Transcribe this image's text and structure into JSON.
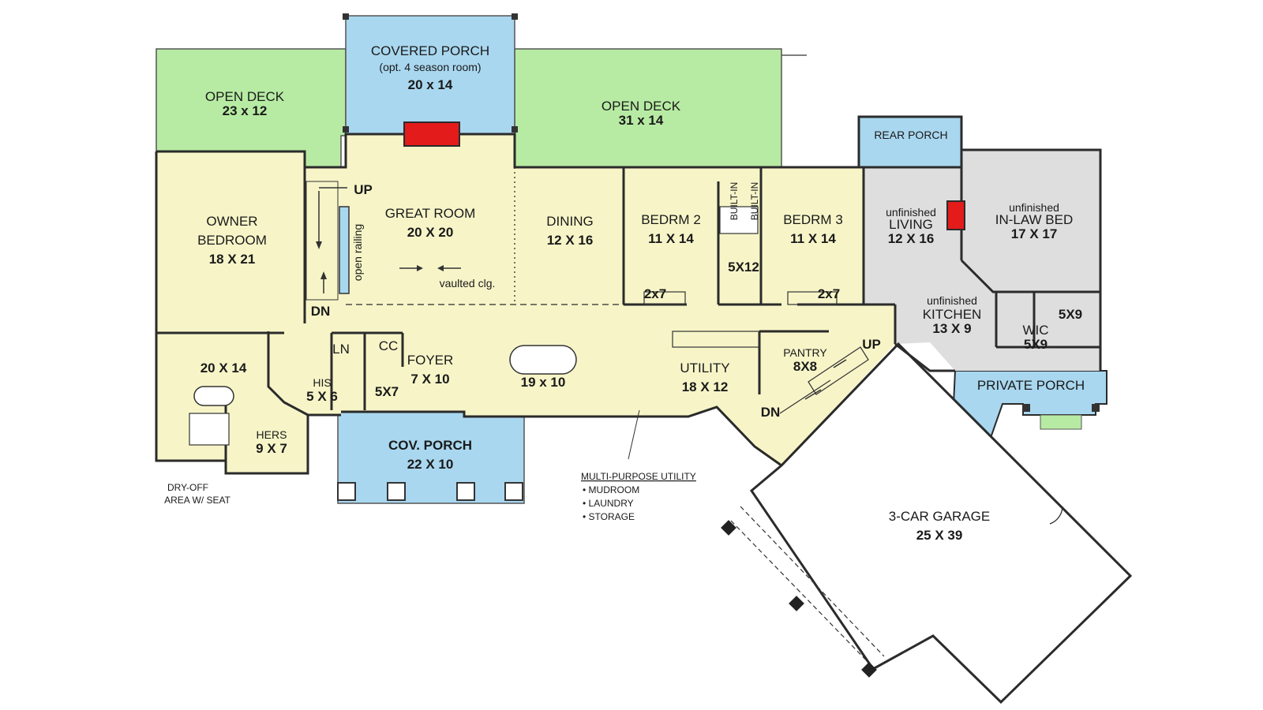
{
  "colors": {
    "living": "#f7f5c8",
    "porch": "#a9d7ef",
    "deck": "#b7eba3",
    "unfinished": "#dedede",
    "fireplace": "#e31b1b",
    "wall": "#2b2b2b"
  },
  "rooms": {
    "covered_porch": {
      "name": "COVERED PORCH",
      "note": "(opt. 4 season room)",
      "dims": "20 x 14"
    },
    "open_deck_left": {
      "name": "OPEN DECK",
      "dims": "23 x 12"
    },
    "open_deck_right": {
      "name": "OPEN DECK",
      "dims": "31 x 14"
    },
    "rear_porch": {
      "name": "REAR PORCH"
    },
    "owner_bedroom": {
      "name": "OWNER",
      "name2": "BEDROOM",
      "dims": "18 X 21"
    },
    "great_room": {
      "name": "GREAT ROOM",
      "dims": "20 X 20",
      "note": "vaulted clg."
    },
    "dining": {
      "name": "DINING",
      "dims": "12 X 16"
    },
    "bedroom2": {
      "name": "BEDRM 2",
      "dims": "11 X 14",
      "closet": "2x7"
    },
    "bedroom3": {
      "name": "BEDRM 3",
      "dims": "11 X 14",
      "closet": "2x7"
    },
    "bath_shared": {
      "dims": "5X12",
      "builtin_a": "BUILT-IN",
      "builtin_b": "BUILT-IN"
    },
    "unf_living": {
      "pre": "unfinished",
      "name": "LIVING",
      "dims": "12 X 16"
    },
    "inlaw_bed": {
      "pre": "unfinished",
      "name": "IN-LAW BED",
      "dims": "17 X 17"
    },
    "unf_kitchen": {
      "pre": "unfinished",
      "name": "KITCHEN",
      "dims": "13 X 9"
    },
    "wic": {
      "name": "WIC",
      "dims": "5X9"
    },
    "inlaw_bath": {
      "dims": "5X9"
    },
    "private_porch": {
      "name": "PRIVATE PORCH"
    },
    "master_bath": {
      "dims": "20 X 14"
    },
    "his": {
      "name": "HIS",
      "dims": "5 X 6"
    },
    "hers": {
      "name": "HERS",
      "dims": "9 X 7"
    },
    "ln": {
      "name": "LN"
    },
    "cc": {
      "name": "CC"
    },
    "powder": {
      "dims": "5X7"
    },
    "foyer": {
      "name": "FOYER",
      "dims": "7 X 10"
    },
    "kitchen": {
      "dims": "19 x 10"
    },
    "utility": {
      "name": "UTILITY",
      "dims": "18 X 12"
    },
    "pantry": {
      "name": "PANTRY",
      "dims": "8X8"
    },
    "cov_porch": {
      "name": "COV. PORCH",
      "dims": "22 X 10"
    },
    "garage": {
      "name": "3-CAR GARAGE",
      "dims": "25 X 39"
    }
  },
  "annotations": {
    "up_left": "UP",
    "dn_left": "DN",
    "open_railing": "open railing",
    "up_right": "UP",
    "dn_right": "DN",
    "dryoff_1": "DRY-OFF",
    "dryoff_2": "AREA W/ SEAT",
    "mpu_title": "MULTI-PURPOSE UTILITY",
    "mpu_items": [
      "• MUDROOM",
      "• LAUNDRY",
      "• STORAGE"
    ]
  }
}
